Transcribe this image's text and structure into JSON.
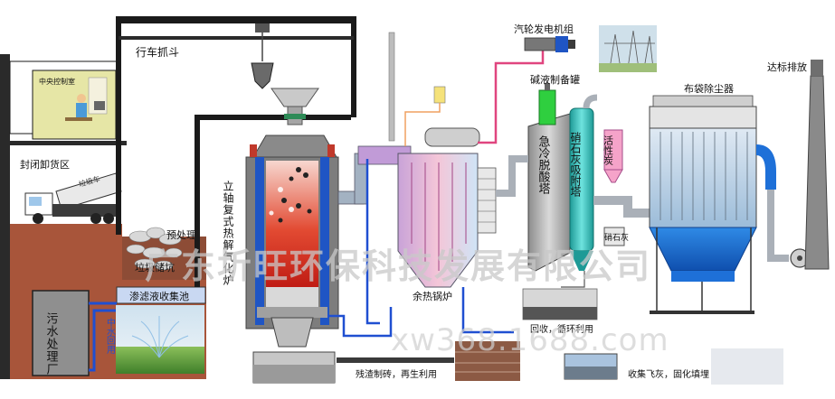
{
  "labels": {
    "crane": "行车抓斗",
    "control_room": "中央控制室",
    "unloading": "封闭卸货区",
    "truck_sign": "垃圾车",
    "garbage_pit": "垃圾储坑",
    "pretreatment": "预处理",
    "leachate_pool": "渗滤液收集池",
    "wastewater": "污水处理厂",
    "water_reuse": "中水回用",
    "furnace": "立轴复式热解气化炉",
    "waste_heat_boiler": "余热锅炉",
    "turbine": "汽轮发电机组",
    "alkali_tank": "碱液制备罐",
    "quench_tower": "急冷脱酸塔",
    "lime_tower": "硝石灰吸附塔",
    "activated_carbon": "活性炭",
    "lime": "硝石灰",
    "bag_filter": "布袋除尘器",
    "stack": "达标排放",
    "slag": "残渣制砖，再生利用",
    "reuse": "回收，循环利用",
    "fly_ash": "收集飞灰，固化填埋"
  },
  "watermark": {
    "company": "广东圻旺环保科技发展有限公司",
    "site": "xw368.1688.com"
  },
  "colors": {
    "frame": "#1a1a1a",
    "flue_pipe": "#7a8fa3",
    "water_pipe": "#1f4fd1",
    "steam_pipe": "#e0457f",
    "furnace_fire": "#d8261b",
    "furnace_shell": "#8a8a8a",
    "bag_filter_blue": "#1e70d8",
    "ground": "#a8553a",
    "control_bg": "#e6e6a6"
  }
}
